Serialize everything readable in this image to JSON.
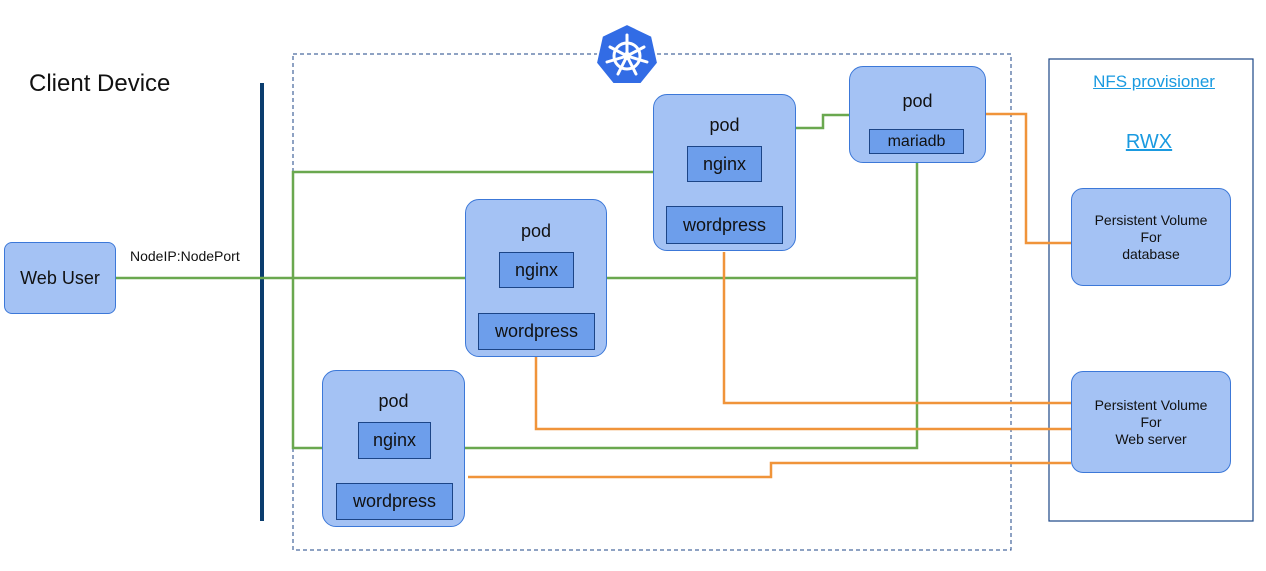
{
  "client": {
    "title": "Client Device"
  },
  "user": {
    "label": "Web User",
    "port_label": "NodeIP:NodePort"
  },
  "cluster": {
    "logo_icon": "kubernetes-helm-icon",
    "pods": [
      {
        "title": "pod",
        "nginx": "nginx",
        "wordpress": "wordpress"
      },
      {
        "title": "pod",
        "nginx": "nginx",
        "wordpress": "wordpress"
      },
      {
        "title": "pod",
        "nginx": "nginx",
        "wordpress": "wordpress"
      }
    ],
    "db_pod": {
      "title": "pod",
      "mariadb": "mariadb"
    }
  },
  "nfs": {
    "provisioner": "NFS provisioner",
    "mode": "RWX",
    "pv_db": [
      "Persistent Volume",
      "For",
      "database"
    ],
    "pv_web": [
      "Persistent Volume",
      "For",
      "Web server"
    ]
  },
  "colors": {
    "green_line": "#6aa84f",
    "orange_line": "#f0943a",
    "box_fill": "#a4c2f4",
    "inner_fill": "#6d9eeb",
    "navy_bar": "#0b3d6e",
    "link": "#1a9ae0",
    "k8s_blue": "#326ce5"
  }
}
